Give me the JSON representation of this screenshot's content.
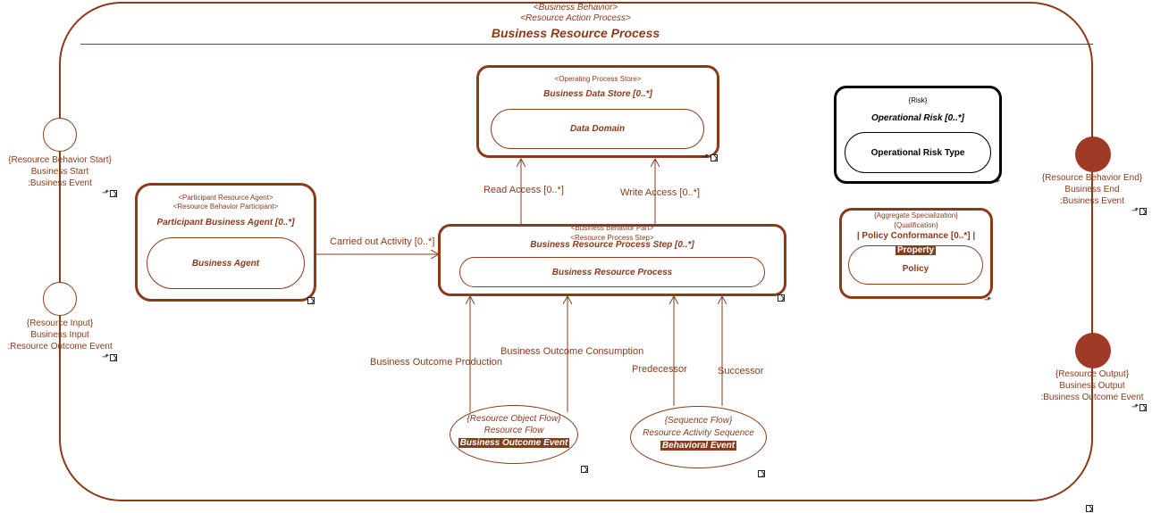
{
  "diagram": {
    "frame": {
      "stereo1": "<Business Behavior>",
      "stereo2": "<Resource Action Process>",
      "title": "Business Resource Process"
    },
    "ports": {
      "start": {
        "stereo": "{Resource Behavior Start}",
        "name": "Business Start",
        "type": ":Business Event"
      },
      "input": {
        "stereo": "{Resource Input}",
        "name": "Business Input",
        "type": ":Resource Outcome Event"
      },
      "end": {
        "stereo": "{Resource Behavior End}",
        "name": "Business End",
        "type": ":Business Event"
      },
      "output": {
        "stereo": "{Resource Output}",
        "name": "Business Output",
        "type": ":Business Outcome Event"
      }
    },
    "store": {
      "stereo": "<Operating Process Store>",
      "name": "Business Data Store [0..*]",
      "inner": "Data Domain"
    },
    "risk": {
      "stereo": "{Risk}",
      "name": "Operational Risk [0..*]",
      "inner": "Operational Risk Type"
    },
    "agent": {
      "stereo1": "<Participant Resource Agent>",
      "stereo2": "<Resource Behavior Participant>",
      "name": "Participant Business Agent [0..*]",
      "inner": "Business Agent"
    },
    "step": {
      "stereo1": "<Business Behavior Part>",
      "stereo2": "<Resource Process Step>",
      "name": "Business Resource Process Step [0..*]",
      "inner": "Business Resource Process"
    },
    "policy": {
      "stereo1": "{Aggregate Specialization}",
      "stereo2": "{Qualification}",
      "name": "| Policy Conformance [0..*] |",
      "tag": "Property",
      "inner": "Policy"
    },
    "flow1": {
      "stereo": "{Resource Object Flow}",
      "name": "Resource Flow",
      "tag": "Business Outcome Event"
    },
    "flow2": {
      "stereo": "{Sequence Flow}",
      "name": "Resource Activity Sequence",
      "tag": "Behavioral Event"
    },
    "edges": {
      "carried": "Carried out Activity [0..*]",
      "read": "Read Access [0..*]",
      "write": "Write Access [0..*]",
      "production": "Business Outcome Production",
      "consumption": "Business Outcome Consumption",
      "predecessor": "Predecessor",
      "successor": "Successor"
    }
  },
  "colors": {
    "accent": "#8b3a1a",
    "port_fill": "#9e3a26"
  },
  "icons": [
    "link-icon",
    "element-icon"
  ]
}
